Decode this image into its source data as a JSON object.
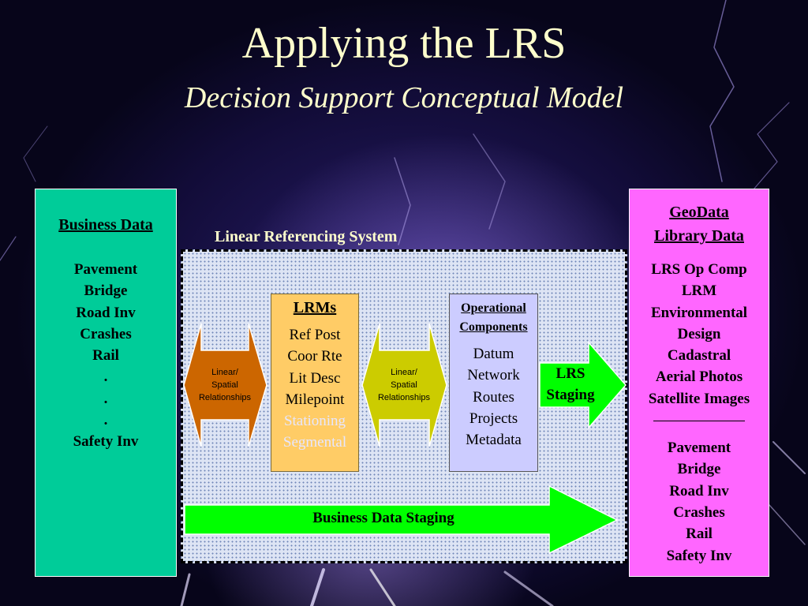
{
  "title": "Applying the LRS",
  "subtitle": "Decision Support Conceptual Model",
  "business_data": {
    "heading": "Business Data",
    "items": [
      "Pavement",
      "Bridge",
      "Road Inv",
      "Crashes",
      "Rail",
      ".",
      ".",
      ".",
      "Safety Inv"
    ]
  },
  "geodata": {
    "heading_line1": "GeoData",
    "heading_line2": "Library Data",
    "items_top": [
      "LRS Op Comp",
      "LRM",
      "Environmental",
      "Design",
      "Cadastral",
      "Aerial Photos",
      "Satellite Images"
    ],
    "items_bottom": [
      "Pavement",
      "Bridge",
      "Road Inv",
      "Crashes",
      "Rail",
      "Safety Inv"
    ]
  },
  "lrs": {
    "label": "Linear Referencing System"
  },
  "lrms": {
    "heading": "LRMs",
    "items": [
      "Ref Post",
      "Coor Rte",
      "Lit Desc",
      "Milepoint",
      "Stationing",
      "Segmental"
    ]
  },
  "operational": {
    "heading_line1": "Operational",
    "heading_line2": "Components",
    "items": [
      "Datum",
      "Network",
      "Routes",
      "Projects",
      "Metadata"
    ]
  },
  "arrow_left": {
    "line1": "Linear/",
    "line2": "Spatial",
    "line3": "Relationships"
  },
  "arrow_mid": {
    "line1": "Linear/",
    "line2": "Spatial",
    "line3": "Relationships"
  },
  "lrs_staging": {
    "line1": "LRS",
    "line2": "Staging"
  },
  "business_staging": {
    "label": "Business Data Staging"
  },
  "colors": {
    "business": "#00cc99",
    "geodata": "#ff66ff",
    "lrms": "#ffcc66",
    "operational": "#ccccff",
    "arrow_left": "#cc6600",
    "arrow_mid": "#cccc00",
    "staging_arrow": "#00ff00",
    "title_text": "#ffffcc"
  }
}
